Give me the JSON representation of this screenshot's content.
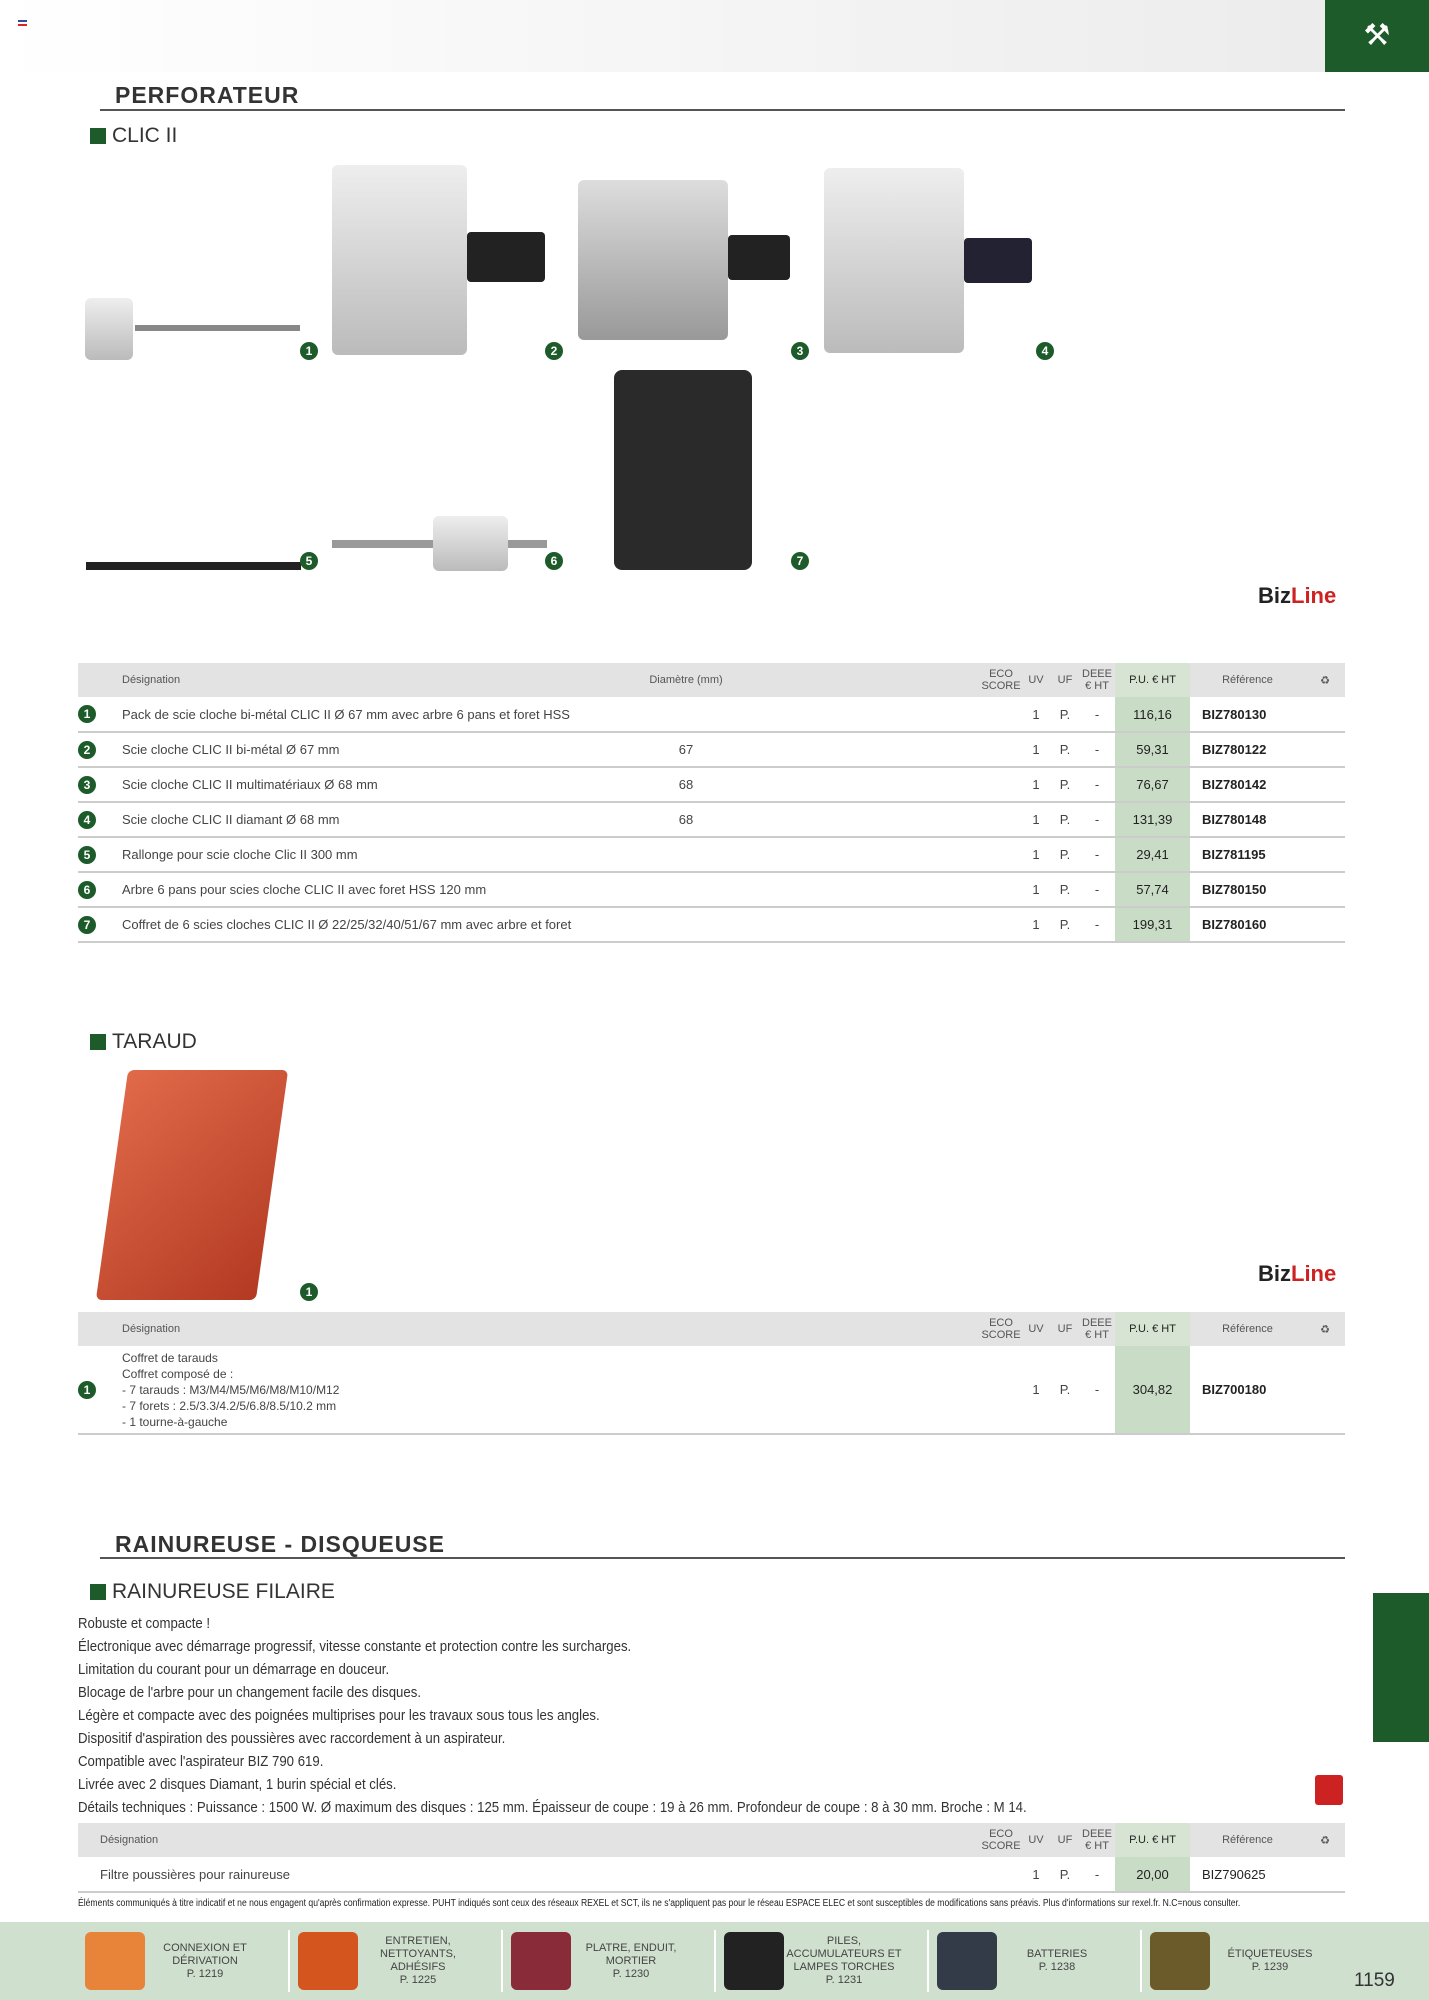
{
  "brand_logo": "BizLine",
  "page_number": "1159",
  "sections": {
    "perforateur": {
      "title": "PERFORATEUR",
      "subtitle": "CLIC II",
      "headers": {
        "designation": "Désignation",
        "diametre": "Diamètre (mm)",
        "eco": "ECO SCORE",
        "uv": "UV",
        "uf": "UF",
        "deee": "DEEE € HT",
        "pu": "P.U. € HT",
        "ref": "Référence"
      },
      "rows": [
        {
          "n": "1",
          "designation": "Pack de scie cloche bi-métal CLIC II Ø 67 mm avec arbre 6 pans et foret HSS",
          "diam": "",
          "uv": "1",
          "uf": "P.",
          "deee": "-",
          "pu": "116,16",
          "ref": "BIZ780130"
        },
        {
          "n": "2",
          "designation": "Scie cloche CLIC II bi-métal Ø 67 mm",
          "diam": "67",
          "uv": "1",
          "uf": "P.",
          "deee": "-",
          "pu": "59,31",
          "ref": "BIZ780122"
        },
        {
          "n": "3",
          "designation": "Scie cloche CLIC II multimatériaux Ø 68 mm",
          "diam": "68",
          "uv": "1",
          "uf": "P.",
          "deee": "-",
          "pu": "76,67",
          "ref": "BIZ780142"
        },
        {
          "n": "4",
          "designation": "Scie cloche CLIC II diamant Ø 68 mm",
          "diam": "68",
          "uv": "1",
          "uf": "P.",
          "deee": "-",
          "pu": "131,39",
          "ref": "BIZ780148"
        },
        {
          "n": "5",
          "designation": "Rallonge pour scie cloche Clic II 300 mm",
          "diam": "",
          "uv": "1",
          "uf": "P.",
          "deee": "-",
          "pu": "29,41",
          "ref": "BIZ781195"
        },
        {
          "n": "6",
          "designation": "Arbre 6 pans pour scies cloche CLIC II avec foret HSS 120 mm",
          "diam": "",
          "uv": "1",
          "uf": "P.",
          "deee": "-",
          "pu": "57,74",
          "ref": "BIZ780150"
        },
        {
          "n": "7",
          "designation": "Coffret de 6 scies cloches CLIC II Ø 22/25/32/40/51/67 mm avec arbre et foret",
          "diam": "",
          "uv": "1",
          "uf": "P.",
          "deee": "-",
          "pu": "199,31",
          "ref": "BIZ780160"
        }
      ]
    },
    "taraud": {
      "subtitle": "TARAUD",
      "row": {
        "n": "1",
        "lines": [
          "Coffret de tarauds",
          "Coffret composé de :",
          "- 7 tarauds : M3/M4/M5/M6/M8/M10/M12",
          "- 7 forets : 2.5/3.3/4.2/5/6.8/8.5/10.2 mm",
          "- 1 tourne-à-gauche"
        ],
        "uv": "1",
        "uf": "P.",
        "deee": "-",
        "pu": "304,82",
        "ref": "BIZ700180"
      }
    },
    "rainureuse": {
      "title": "RAINUREUSE - DISQUEUSE",
      "subtitle": "RAINUREUSE FILAIRE",
      "description": [
        "Robuste et compacte !",
        "Électronique avec démarrage progressif, vitesse constante et protection contre les surcharges.",
        "Limitation du courant pour un démarrage en douceur.",
        "Blocage de l'arbre pour un changement facile des disques.",
        "Légère et compacte avec des poignées multiprises pour les travaux sous tous les angles.",
        "Dispositif d'aspiration des poussières avec raccordement à un aspirateur.",
        "Compatible avec l'aspirateur BIZ 790 619.",
        "Livrée avec 2 disques Diamant, 1 burin spécial et clés.",
        "Détails techniques : Puissance : 1500 W. Ø maximum des disques : 125 mm. Épaisseur de coupe : 19 à 26 mm. Profondeur de coupe : 8 à 30 mm. Broche : M 14."
      ],
      "row": {
        "designation": "Filtre poussières pour rainureuse",
        "uv": "1",
        "uf": "P.",
        "deee": "-",
        "pu": "20,00",
        "ref": "BIZ790625"
      }
    }
  },
  "disclaimer": "Éléments communiqués à titre indicatif et ne nous engagent qu'après confirmation expresse. PUHT indiqués sont ceux des réseaux REXEL et SCT, ils ne s'appliquent pas pour le réseau ESPACE ELEC et sont susceptibles de modifications sans préavis. Plus d'informations sur rexel.fr. N.C=nous consulter.",
  "footer": [
    {
      "label": "CONNEXION ET DÉRIVATION",
      "page": "P. 1219",
      "color": "#e8843a"
    },
    {
      "label": "ENTRETIEN, NETTOYANTS, ADHÉSIFS",
      "page": "P. 1225",
      "color": "#d4561e"
    },
    {
      "label": "PLATRE, ENDUIT, MORTIER",
      "page": "P. 1230",
      "color": "#8a2b3a"
    },
    {
      "label": "PILES, ACCUMULATEURS ET LAMPES TORCHES",
      "page": "P. 1231",
      "color": "#222222"
    },
    {
      "label": "BATTERIES",
      "page": "P. 1238",
      "color": "#333a48"
    },
    {
      "label": "ÉTIQUETEUSES",
      "page": "P. 1239",
      "color": "#6b5a2a"
    }
  ],
  "colors": {
    "accent": "#1d5c2a",
    "price_bg": "#c9dcc6",
    "footer_bg": "#cfe0cf"
  }
}
